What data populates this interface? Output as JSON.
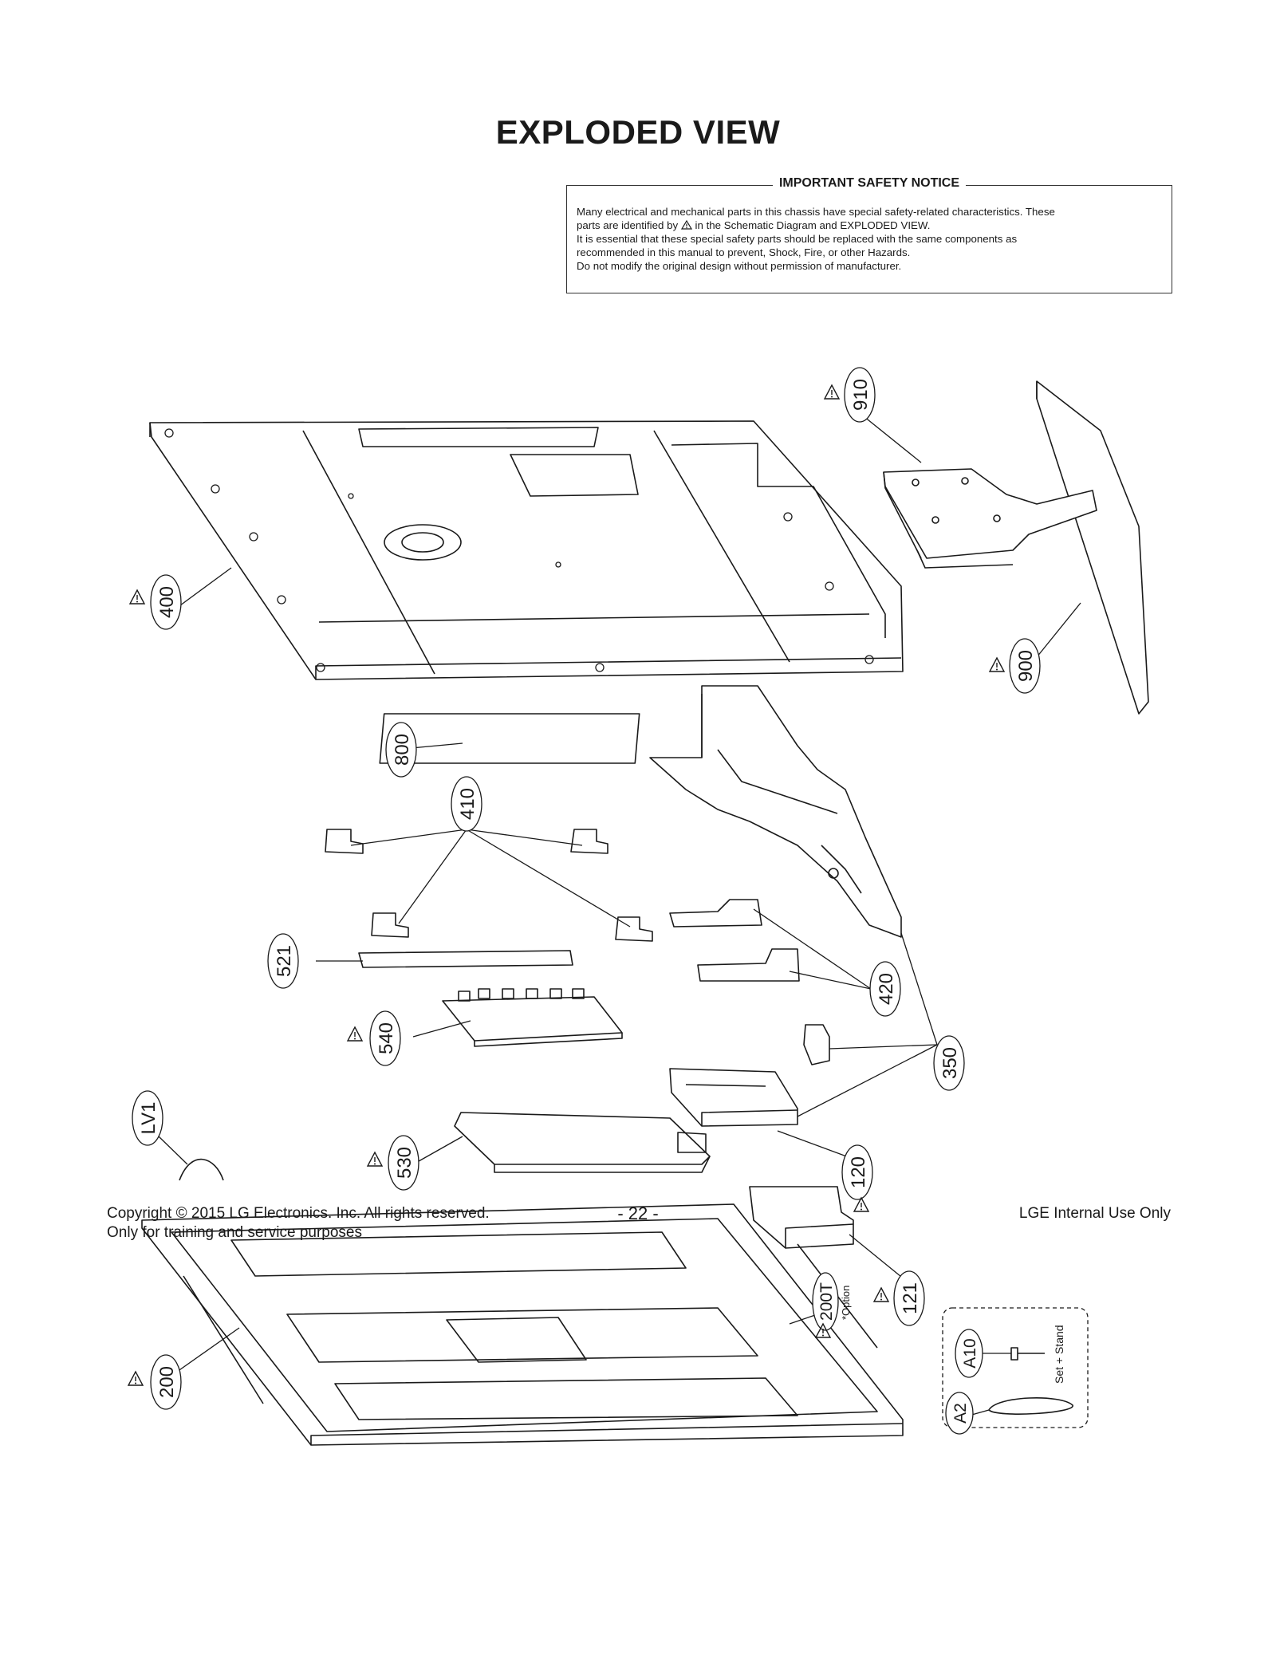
{
  "title": "EXPLODED VIEW",
  "notice": {
    "heading": "IMPORTANT SAFETY NOTICE",
    "line1": "Many electrical and mechanical parts in this chassis have special safety-related characteristics. These",
    "line2a": "parts are identified by",
    "line2b": "in the Schematic Diagram and EXPLODED VIEW.",
    "line3": "It is essential that these special safety parts should be replaced with the same components as",
    "line4": "recommended in this manual to prevent, Shock, Fire, or other Hazards.",
    "line5": "Do not modify the original design without permission of manufacturer."
  },
  "parts": {
    "p910": "910",
    "p400": "400",
    "p900": "900",
    "p800": "800",
    "p410": "410",
    "p521": "521",
    "p420": "420",
    "p540": "540",
    "p350": "350",
    "pLV1": "LV1",
    "p530": "530",
    "p120": "120",
    "p121": "121",
    "p200T": "200T",
    "p200": "200",
    "pA10": "A10",
    "pA2": "A2"
  },
  "annotations": {
    "option": "*Option",
    "set_stand": "Set + Stand"
  },
  "footer": {
    "copyright": "Copyright  © 2015 LG Electronics. Inc. All rights reserved.",
    "training": "Only for training and service purposes",
    "page": "- 22 -",
    "internal": "LGE Internal Use Only"
  },
  "colors": {
    "line": "#1a1a1a",
    "background": "#ffffff"
  }
}
